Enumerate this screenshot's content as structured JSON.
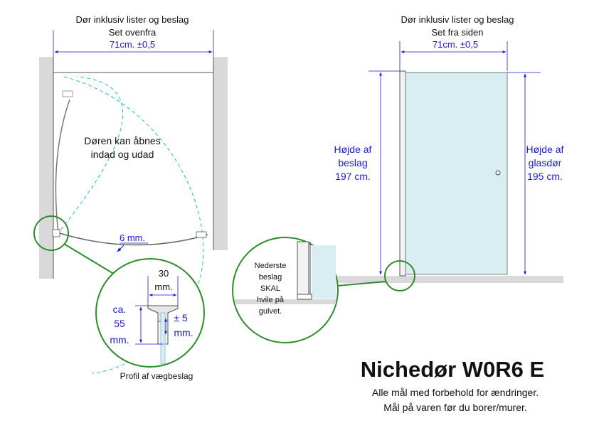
{
  "top_view": {
    "heading_line1": "Dør inklusiv lister og beslag",
    "heading_line2": "Set ovenfra",
    "width_dim": "71cm. ±0,5",
    "door_note_line1": "Døren kan åbnes",
    "door_note_line2": "indad og udad",
    "gap_dim": "6 mm."
  },
  "profile_detail": {
    "width_line1": "30",
    "width_line2": "mm.",
    "depth_line1": "ca.",
    "depth_line2": "55",
    "depth_line3": "mm.",
    "tolerance_line1": "± 5",
    "tolerance_line2": "mm.",
    "caption": "Profil af vægbeslag"
  },
  "side_view": {
    "heading_line1": "Dør inklusiv lister og beslag",
    "heading_line2": "Set fra siden",
    "width_dim": "71cm. ±0,5",
    "fitting_height_line1": "Højde af",
    "fitting_height_line2": "beslag",
    "fitting_height_line3": "197 cm.",
    "glass_height_line1": "Højde af",
    "glass_height_line2": "glasdør",
    "glass_height_line3": "195 cm."
  },
  "floor_detail": {
    "line1": "Nederste",
    "line2": "beslag",
    "line3": "SKAL",
    "line4": "hvile på",
    "line5": "gulvet."
  },
  "product": {
    "title": "Nichedør W0R6 E",
    "note_line1": "Alle mål med forbehold for ændringer.",
    "note_line2": "Mål på varen før du borer/murer."
  },
  "colors": {
    "dimension": "#1a1ad6",
    "callout": "#2e8b2e",
    "glass": "#d8eef2",
    "swing": "#29b6d8",
    "wall": "#d9d9d9"
  }
}
